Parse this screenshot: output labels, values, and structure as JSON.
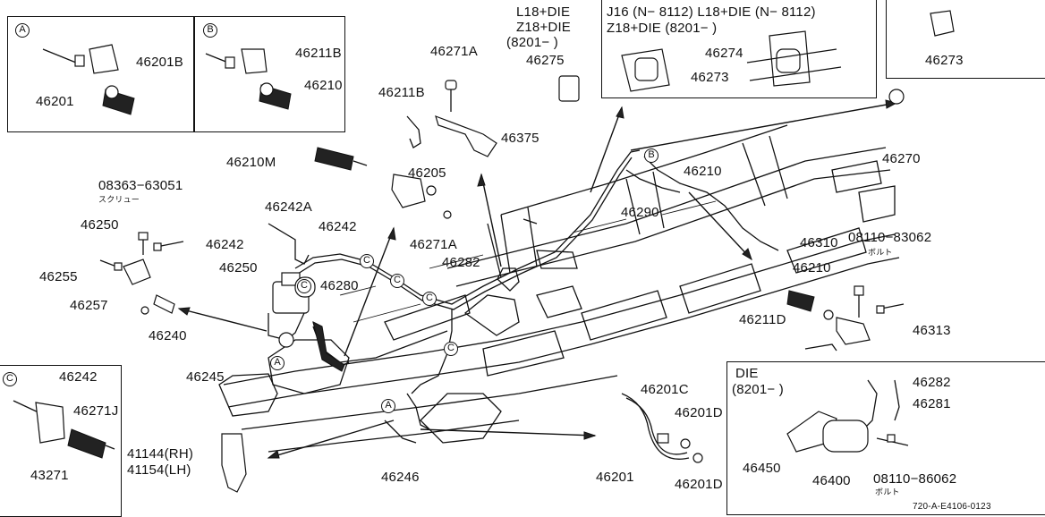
{
  "inset_a": {
    "marker": "A",
    "parts": [
      "46201B",
      "46201"
    ]
  },
  "inset_b": {
    "marker": "B",
    "parts": [
      "46211B",
      "46210"
    ]
  },
  "top_mid": {
    "variant_l": [
      "L18+DIE",
      "Z18+DIE",
      "(8201−      )"
    ],
    "variant_r_line1": "J16 (N− 8112)  L18+DIE (N− 8112)",
    "variant_r_line2": "Z18+DIE (8201−      )",
    "parts": [
      "46275",
      "46274",
      "46273"
    ]
  },
  "top_right": {
    "part": "46273"
  },
  "inset_c": {
    "marker": "C",
    "parts": [
      "46242",
      "46271J",
      "43271"
    ]
  },
  "inset_die": {
    "title": "DIE",
    "sub": "(8201−      )",
    "parts": [
      "46282",
      "46281",
      "46450",
      "46400",
      "08110−86062"
    ],
    "note": "ボルト"
  },
  "callouts": {
    "p46271A_top": "46271A",
    "p46211B": "46211B",
    "p46375": "46375",
    "p46210M": "46210M",
    "p46205": "46205",
    "p46271A_mid": "46271A",
    "p08363": "08363−63051",
    "screw_note": "スクリュー",
    "p46242A": "46242A",
    "p46242_mid": "46242",
    "p46250_l": "46250",
    "p46242_l": "46242",
    "p46255": "46255",
    "p46250": "46250",
    "p46280": "46280",
    "p46282": "46282",
    "p46257": "46257",
    "p46240": "46240",
    "p46245": "46245",
    "p41144": "41144(RH)",
    "p41154": "41154(LH)",
    "p46246": "46246",
    "p46201C": "46201C",
    "p46201D_a": "46201D",
    "p46201": "46201",
    "p46201D_b": "46201D",
    "p46270": "46270",
    "p46210_r": "46210",
    "p46290": "46290",
    "p46310": "46310",
    "p08110": "08110−83062",
    "bolt_note": "ボルト",
    "p46210_r2": "46210",
    "p46211D": "46211D",
    "p46313": "46313"
  },
  "markers": {
    "a": "A",
    "b": "B",
    "c": "C"
  },
  "footer": "720-A-E4106-0123"
}
